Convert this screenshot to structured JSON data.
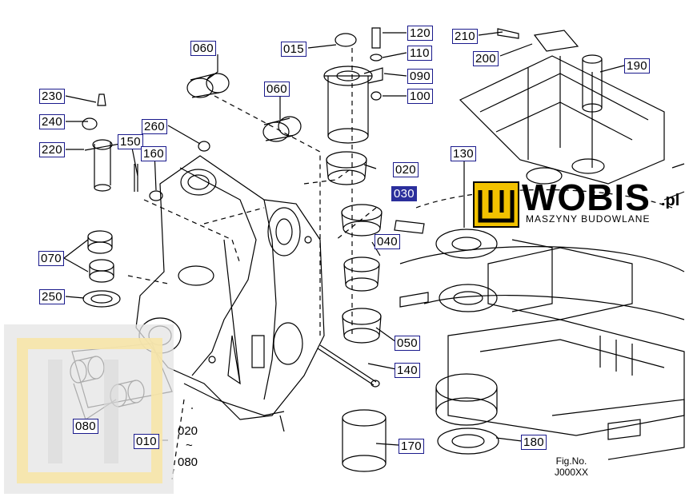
{
  "callouts": {
    "c060a": "060",
    "c060b": "060",
    "c015": "015",
    "c120": "120",
    "c110": "110",
    "c090": "090",
    "c100": "100",
    "c210": "210",
    "c200": "200",
    "c190": "190",
    "c230": "230",
    "c240": "240",
    "c220": "220",
    "c260": "260",
    "c150": "150",
    "c160": "160",
    "c020": "020",
    "c030": "030",
    "c130": "130",
    "c070": "070",
    "c040": "040",
    "c250": "250",
    "c050": "050",
    "c140": "140",
    "c080": "080",
    "c010": "010",
    "c170": "170",
    "c180": "180"
  },
  "range": {
    "from": "020",
    "sep": "~",
    "to": "080"
  },
  "figure": {
    "line1": "Fig.No.",
    "line2": "J000XX"
  },
  "watermark": {
    "name": "WOBIS",
    "suffix": ".pl",
    "tagline": "MASZYNY BUDOWLANE"
  },
  "colors": {
    "callout_border": "#1a1a8c",
    "highlight": "#2b2f9c",
    "logo_yellow": "#f2c200"
  }
}
